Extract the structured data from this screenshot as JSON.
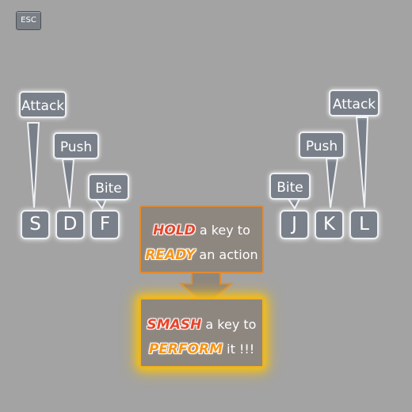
{
  "esc": {
    "label": "ESC"
  },
  "left_keys": [
    {
      "key": "S",
      "action": "Attack"
    },
    {
      "key": "D",
      "action": "Push"
    },
    {
      "key": "F",
      "action": "Bite"
    }
  ],
  "right_keys": [
    {
      "key": "J",
      "action": "Bite"
    },
    {
      "key": "K",
      "action": "Push"
    },
    {
      "key": "L",
      "action": "Attack"
    }
  ],
  "hold_panel": {
    "highlight1": "HOLD",
    "text1": " a key to",
    "highlight2": "READY",
    "text2": " an action"
  },
  "smash_panel": {
    "highlight1": "SMASH",
    "text1": " a key to",
    "highlight2": "PERFORM",
    "text2": " it !!!"
  },
  "colors": {
    "background": "#a3a3a3",
    "key_fill": "#7a808a",
    "key_border": "#eef0f3",
    "panel_fill": "#8e8780",
    "panel_border": "#e48a2c",
    "glow": "#f5c015",
    "highlight_red": "#e8442b",
    "highlight_orange": "#f5961b"
  }
}
